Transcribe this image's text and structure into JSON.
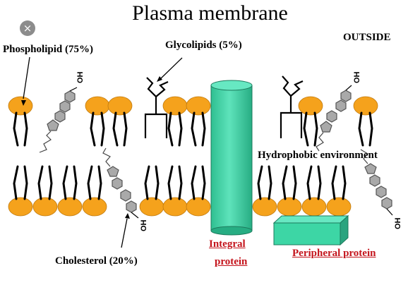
{
  "title": "Plasma membrane",
  "labels": {
    "phospholipid": "Phospholipid (75%)",
    "glycolipids": "Glycolipids (5%)",
    "outside": "OUTSIDE",
    "hydrophobic": "Hydrophobic environment",
    "cholesterol": "Cholesterol (20%)",
    "integral_line1": "Integral",
    "integral_line2": "protein",
    "peripheral": "Peripheral protein",
    "oh": "OH"
  },
  "ui": {
    "close_icon": "×"
  },
  "colors": {
    "head": "#f5a21c",
    "protein": "#3dd6a5",
    "ring": "#a9a9a9",
    "label_red": "#c4141c"
  }
}
